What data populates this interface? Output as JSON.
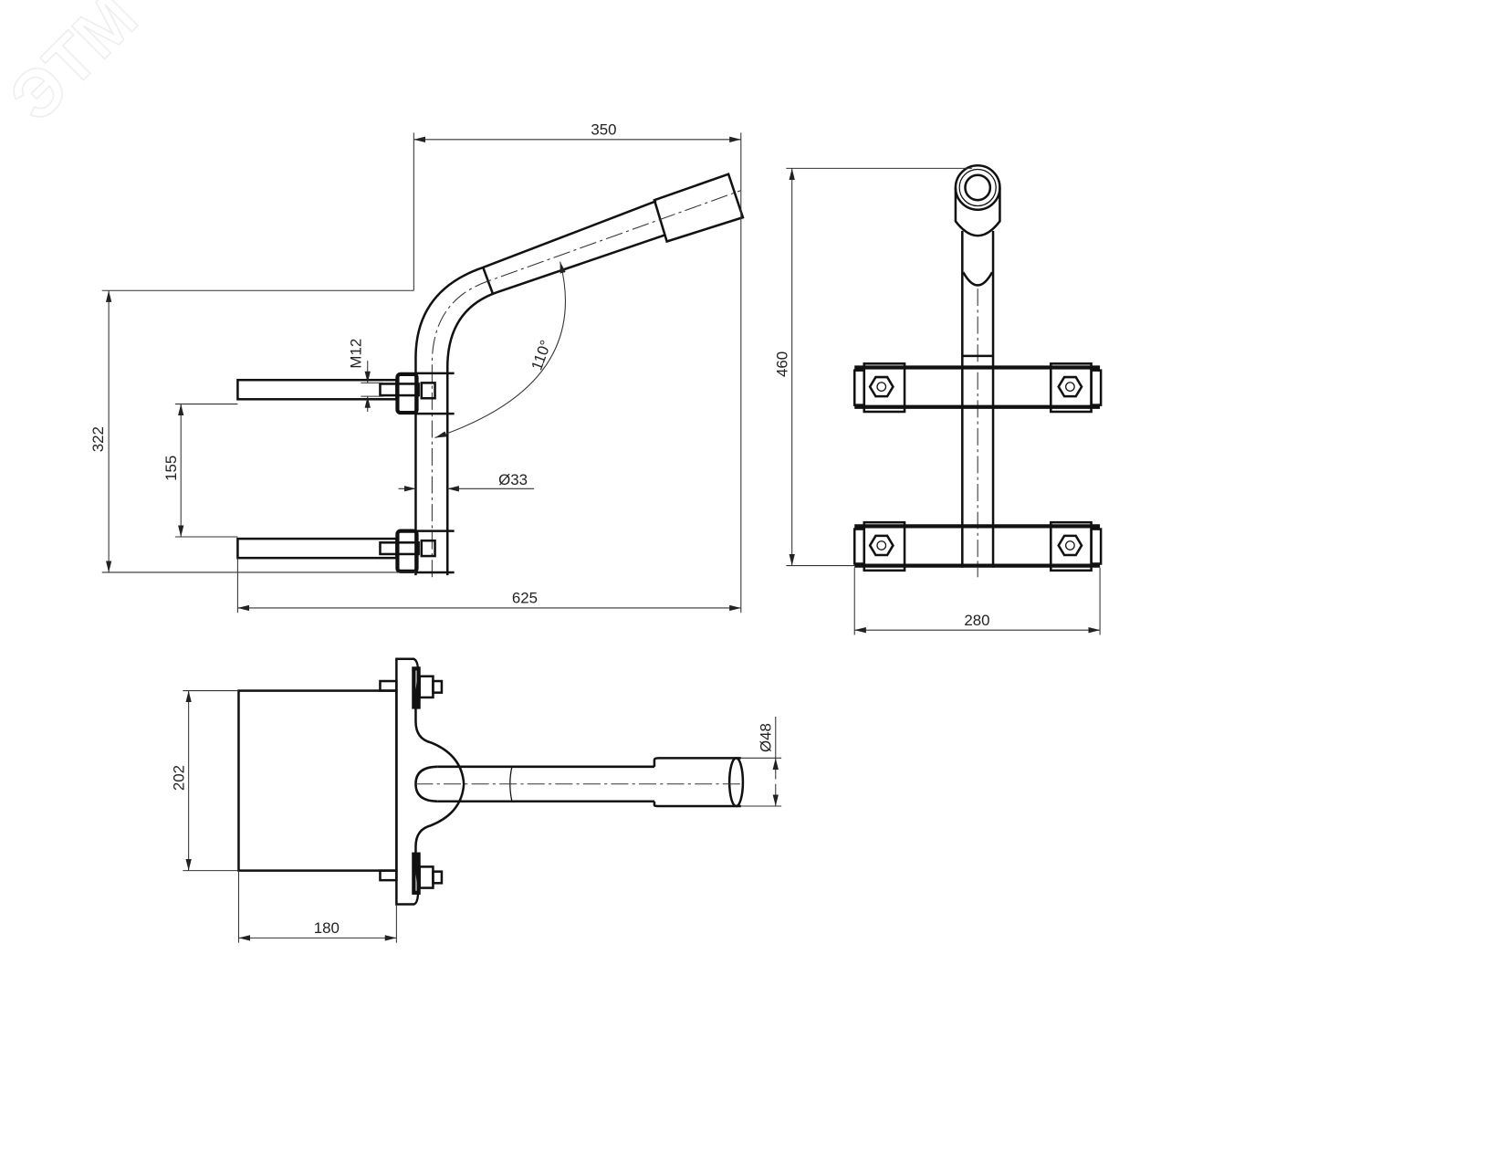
{
  "watermark": "ЭТМ",
  "colors": {
    "line": "#111111",
    "background": "#ffffff"
  },
  "side_view": {
    "dimensions": {
      "width_top": "350",
      "height_total": "322",
      "bolt_spacing": "155",
      "length_total": "625",
      "pipe_diameter": "Ø33",
      "thread": "M12",
      "angle": "110°"
    }
  },
  "front_view": {
    "dimensions": {
      "height": "460",
      "width": "280"
    }
  },
  "top_view": {
    "dimensions": {
      "height": "202",
      "depth": "180",
      "sleeve_diameter": "Ø48"
    }
  }
}
